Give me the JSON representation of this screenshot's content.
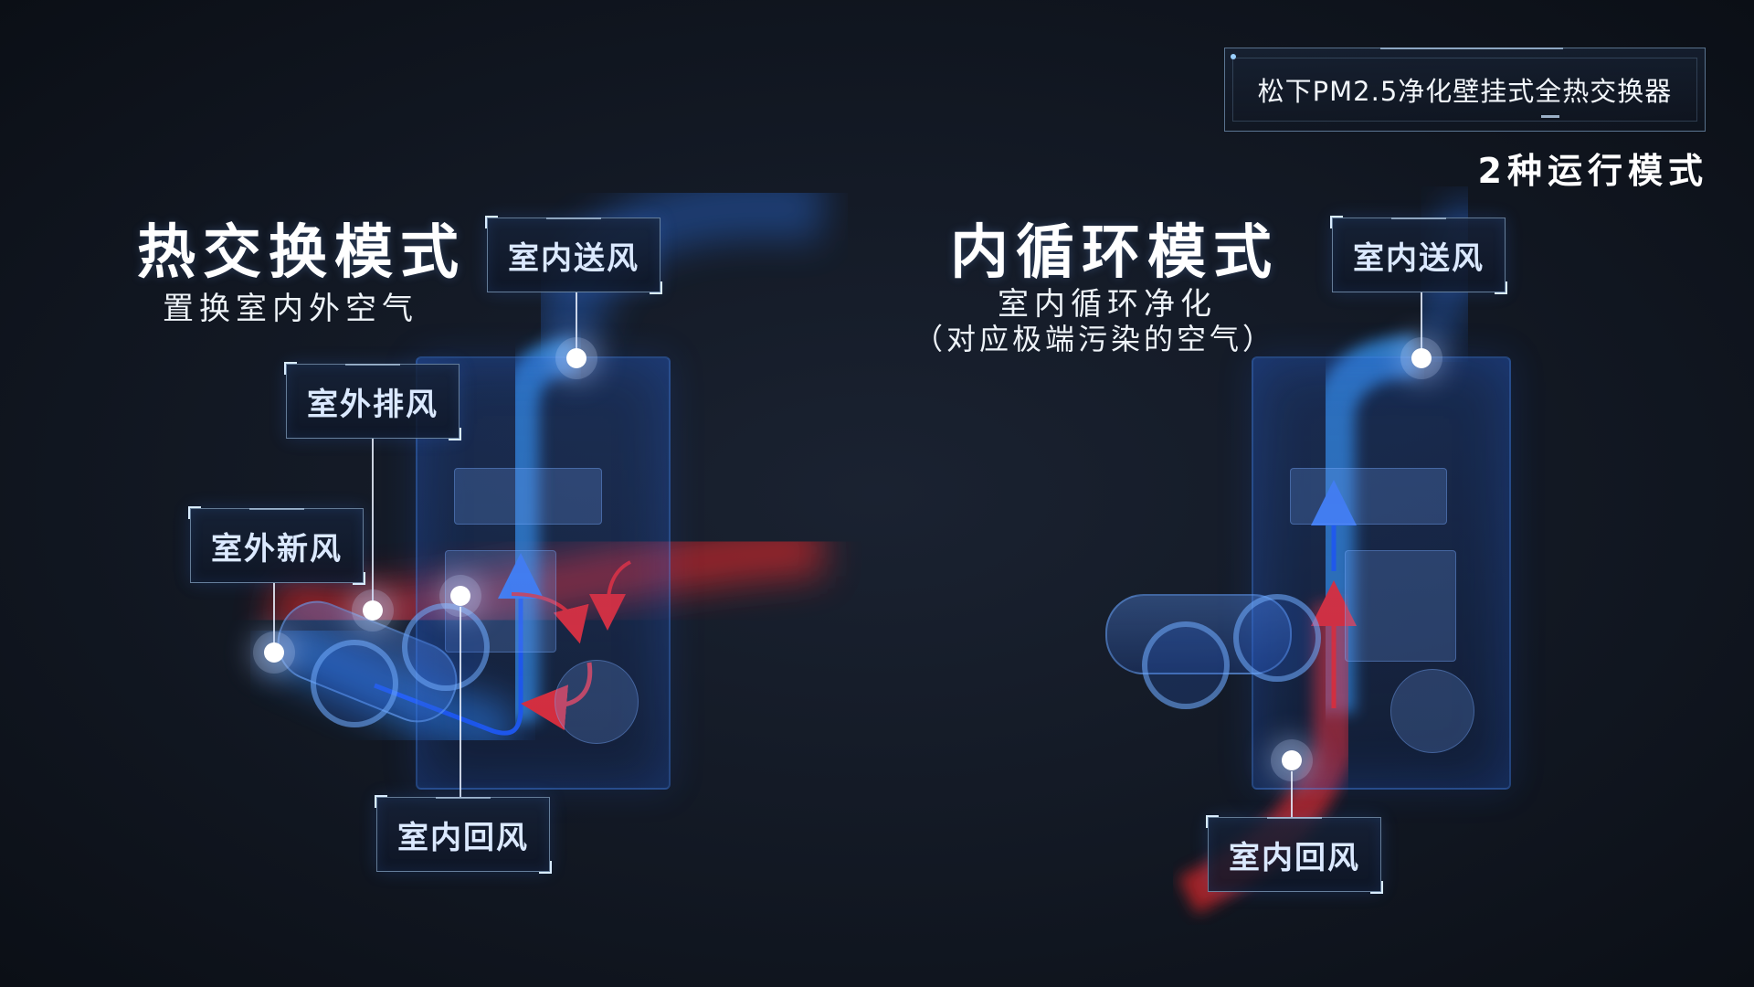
{
  "banner": {
    "title": "松下PM2.5净化壁挂式全热交换器"
  },
  "modes_count": "2种运行模式",
  "left_mode": {
    "title": "热交换模式",
    "subtitle": "置换室内外空气",
    "labels": {
      "supply": "室内送风",
      "exhaust": "室外排风",
      "fresh": "室外新风",
      "return": "室内回风"
    }
  },
  "right_mode": {
    "title": "内循环模式",
    "subtitle_line1": "室内循环净化",
    "subtitle_line2": "（对应极端污染的空气）",
    "labels": {
      "supply": "室内送风",
      "return": "室内回风"
    }
  },
  "colors": {
    "cold_air": "#2f8cff",
    "warm_air": "#ff2a2a",
    "accent": "#9ad0ff"
  }
}
